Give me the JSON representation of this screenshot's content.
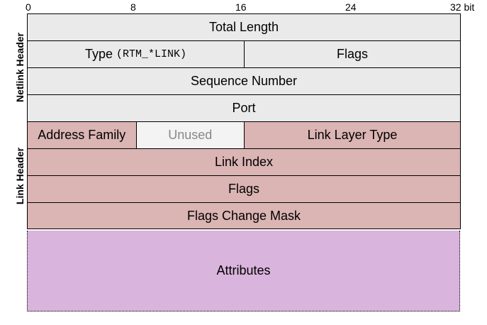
{
  "bit_scale": {
    "marks": [
      "0",
      "8",
      "16",
      "24",
      "32 bit"
    ]
  },
  "groups": {
    "netlink_header": "Netlink Header",
    "link_header": "Link Header"
  },
  "netlink_header": {
    "total_length": "Total Length",
    "type_label": "Type",
    "type_value": "(RTM_*LINK)",
    "flags": "Flags",
    "sequence_number": "Sequence Number",
    "port": "Port"
  },
  "link_header": {
    "address_family": "Address Family",
    "unused": "Unused",
    "link_layer_type": "Link Layer Type",
    "link_index": "Link Index",
    "flags": "Flags",
    "flags_change_mask": "Flags Change Mask"
  },
  "payload": {
    "attributes": "Attributes"
  },
  "colors": {
    "netlink_header_fill": "#eaeaea",
    "unused_fill": "#f3f3f3",
    "link_header_fill": "#dbb4b4",
    "attributes_fill": "#d9b4dc"
  }
}
